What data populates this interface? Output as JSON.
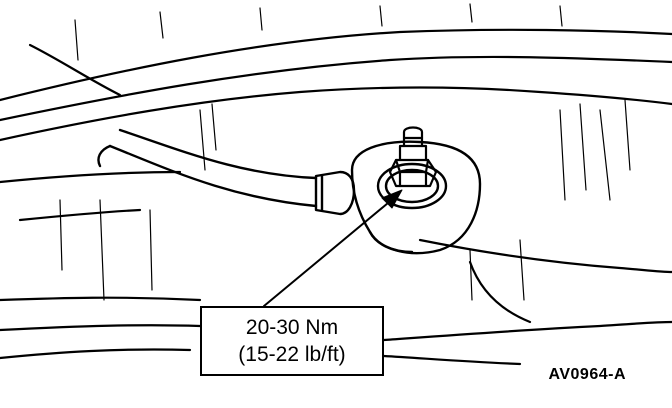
{
  "callout": {
    "line1": "20-30 Nm",
    "line2": "(15-22 lb/ft)"
  },
  "figure_id": "AV0964-A",
  "colors": {
    "ink": "#000000",
    "paper": "#ffffff"
  }
}
